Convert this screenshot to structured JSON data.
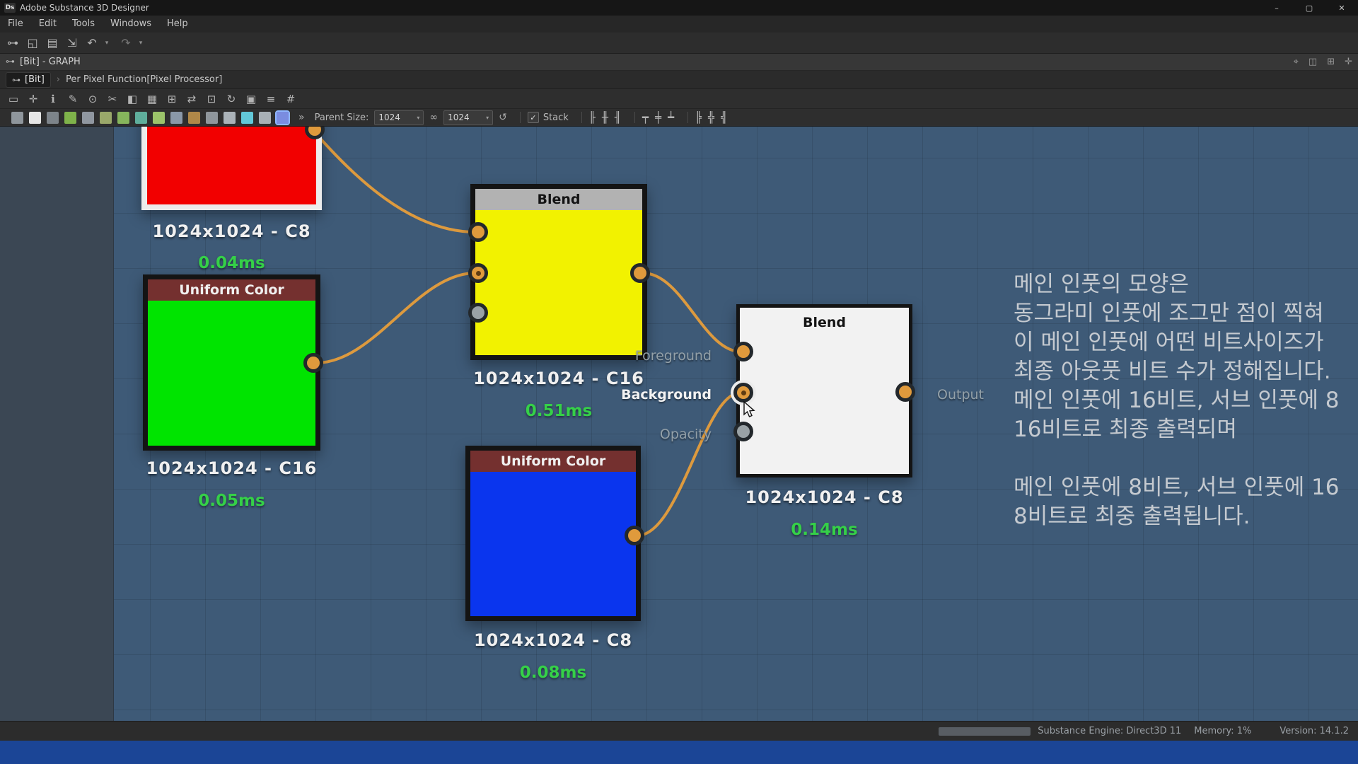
{
  "window": {
    "badge": "Ds",
    "title": "Adobe Substance 3D Designer",
    "minimize": "–",
    "maximize": "▢",
    "close": "✕"
  },
  "menubar": {
    "items": [
      "File",
      "Edit",
      "Tools",
      "Windows",
      "Help"
    ]
  },
  "main_toolbar": {
    "icons": [
      {
        "name": "graph-link-icon",
        "glyph": "⊶"
      },
      {
        "name": "open-icon",
        "glyph": "◱"
      },
      {
        "name": "save-icon",
        "glyph": "▤"
      },
      {
        "name": "import-icon",
        "glyph": "⇲"
      },
      {
        "name": "undo-icon",
        "glyph": "↶"
      },
      {
        "name": "undo-caret-icon",
        "glyph": "▾"
      },
      {
        "name": "redo-icon",
        "glyph": "↷"
      },
      {
        "name": "redo-caret-icon",
        "glyph": "▾"
      }
    ]
  },
  "graph_tab": {
    "icon": "⊶",
    "label": "[Bit] - GRAPH",
    "right_icons": [
      {
        "name": "pin-icon",
        "glyph": "⌖"
      },
      {
        "name": "split-view-icon",
        "glyph": "◫"
      },
      {
        "name": "layout-icon",
        "glyph": "⊞"
      },
      {
        "name": "maximize-view-icon",
        "glyph": "✛"
      }
    ]
  },
  "breadcrumb": {
    "root_icon": "⊶",
    "root": "[Bit]",
    "separator": "›",
    "path": "Per Pixel Function[Pixel Processor]"
  },
  "graph_toolbar": {
    "icons": [
      {
        "name": "marquee-select-icon",
        "glyph": "▭"
      },
      {
        "name": "move-tool-icon",
        "glyph": "✛"
      },
      {
        "name": "info-icon",
        "glyph": "ℹ"
      },
      {
        "name": "comment-icon",
        "glyph": "✎"
      },
      {
        "name": "search-icon",
        "glyph": "⊙"
      },
      {
        "name": "cut-link-icon",
        "glyph": "✂"
      },
      {
        "name": "display-mode-icon",
        "glyph": "◧"
      },
      {
        "name": "grid-view-icon",
        "glyph": "▦"
      },
      {
        "name": "snap-icon",
        "glyph": "⊞"
      },
      {
        "name": "link-mode-icon",
        "glyph": "⇄"
      },
      {
        "name": "fit-view-icon",
        "glyph": "⊡"
      },
      {
        "name": "refresh-icon",
        "glyph": "↻"
      },
      {
        "name": "icons-view-icon",
        "glyph": "▣"
      },
      {
        "name": "list-view-icon",
        "glyph": "≡"
      },
      {
        "name": "grid-snap-icon",
        "glyph": "#"
      }
    ]
  },
  "filter_bar": {
    "overflow": "»",
    "swatches": [
      "#8f969c",
      "#e6e6e6",
      "#7d848a",
      "#7fb34a",
      "#9097a0",
      "#9aa86a",
      "#86b55c",
      "#5fae9c",
      "#9cc46a",
      "#8a98a8",
      "#b08848",
      "#8f969c",
      "#aab2b8",
      "#62c8d8",
      "#a8b0b6",
      "#7a8ce0"
    ],
    "parent_size_label": "Parent Size:",
    "width_value": "1024",
    "caret": "▾",
    "link_glyph": "∞",
    "height_value": "1024",
    "reset_glyph": "↺",
    "check_glyph": "✓",
    "stack_label": "Stack",
    "align_icons": [
      {
        "name": "align-left-icon",
        "glyph": "╟"
      },
      {
        "name": "align-center-vertical-icon",
        "glyph": "╫"
      },
      {
        "name": "align-right-icon",
        "glyph": "╢"
      },
      {
        "name": "align-top-icon",
        "glyph": "┯"
      },
      {
        "name": "align-middle-icon",
        "glyph": "╪"
      },
      {
        "name": "align-bottom-icon",
        "glyph": "┷"
      },
      {
        "name": "distribute-horizontal-icon",
        "glyph": "╠"
      },
      {
        "name": "distribute-grid-icon",
        "glyph": "╬"
      },
      {
        "name": "distribute-vertical-icon",
        "glyph": "╣"
      }
    ]
  },
  "graph": {
    "wire_color": "#dd9a3e",
    "nodes": {
      "red": {
        "label": "1024x1024 - C8",
        "time": "0.04ms",
        "color": "#f20000"
      },
      "green": {
        "title": "Uniform Color",
        "label": "1024x1024 - C16",
        "time": "0.05ms",
        "color": "#00e400",
        "header": "#74302f"
      },
      "yellow": {
        "title": "Blend",
        "label": "1024x1024 - C16",
        "time": "0.51ms",
        "color": "#f2f200",
        "header": "#b2b2b2"
      },
      "blue": {
        "title": "Uniform Color",
        "label": "1024x1024 - C8",
        "time": "0.08ms",
        "color": "#0a35ee",
        "header": "#74302f"
      },
      "white": {
        "title": "Blend",
        "label": "1024x1024 - C8",
        "time": "0.14ms",
        "color": "#f2f2f2",
        "ports": {
          "foreground": "Foreground",
          "background": "Background",
          "opacity": "Opacity",
          "output": "Output"
        }
      }
    },
    "annotation": {
      "para1": [
        "메인 인풋의 모양은",
        "동그라미 인풋에 조그만 점이 찍혀",
        "이 메인 인풋에 어떤 비트사이즈가",
        "최종 아웃풋 비트 수가 정해집니다.",
        "메인 인풋에 16비트, 서브 인풋에 8",
        "16비트로 최종 출력되며"
      ],
      "para2": [
        "메인 인풋에 8비트, 서브 인풋에 16",
        "8비트로 최중 출력됩니다."
      ]
    }
  },
  "statusbar": {
    "engine": "Substance Engine: Direct3D 11",
    "memory": "Memory: 1%",
    "version": "Version: 14.1.2"
  }
}
